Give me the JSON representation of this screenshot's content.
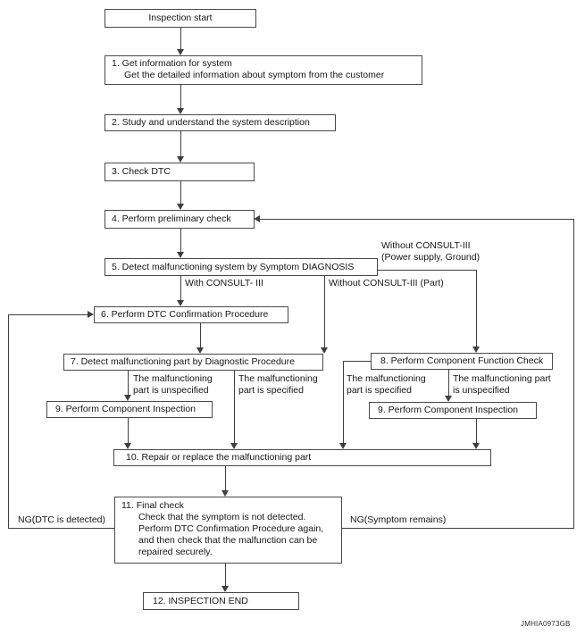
{
  "diagram": {
    "type": "flowchart",
    "nodes": {
      "start": {
        "label": "Inspection start"
      },
      "step1": {
        "line1": "1. Get information for system",
        "line2": "Get the detailed information about symptom from the customer"
      },
      "step2": {
        "label": "2. Study and understand the system description"
      },
      "step3": {
        "label": "3. Check DTC"
      },
      "step4": {
        "label": "4. Perform preliminary check"
      },
      "step5": {
        "label": "5. Detect malfunctioning system by Symptom DIAGNOSIS"
      },
      "step6": {
        "label": "6. Perform DTC Confirmation Procedure"
      },
      "step7": {
        "label": "7. Detect malfunctioning part by Diagnostic Procedure"
      },
      "step8": {
        "label": "8. Perform Component Function Check"
      },
      "step9_left": {
        "label": "9. Perform Component Inspection"
      },
      "step9_right": {
        "label": "9. Perform Component Inspection"
      },
      "step10": {
        "label": "10. Repair or replace the malfunctioning part"
      },
      "step11": {
        "line1": "11. Final check",
        "line2": "Check that the symptom is not detected.",
        "line3": "Perform DTC Confirmation Procedure again,",
        "line4": "and then check that the malfunction can be",
        "line5": "repaired securely."
      },
      "step12": {
        "label": "12. INSPECTION END"
      }
    },
    "edge_labels": {
      "with_consult": "With CONSULT- III",
      "without_consult_part": "Without CONSULT-III (Part)",
      "without_consult_pg_line1": "Without CONSULT-III",
      "without_consult_pg_line2": "(Power supply, Ground)",
      "unspecified_after7_line1": "The malfunctioning",
      "unspecified_after7_line2": "part is unspecified",
      "specified_after7_line1": "The malfunctioning",
      "specified_after7_line2": "part is specified",
      "specified_after8_line1": "The malfunctioning",
      "specified_after8_line2": "part is specified",
      "unspecified_after8_line1": "The malfunctioning part",
      "unspecified_after8_line2": "is unspecified",
      "ng_dtc": "NG(DTC is detected)",
      "ng_symptom": "NG(Symptom remains)"
    },
    "edges": [
      {
        "from": "start",
        "to": "step1"
      },
      {
        "from": "step1",
        "to": "step2"
      },
      {
        "from": "step2",
        "to": "step3"
      },
      {
        "from": "step3",
        "to": "step4"
      },
      {
        "from": "step4",
        "to": "step5"
      },
      {
        "from": "step5",
        "to": "step6",
        "label": "With CONSULT- III"
      },
      {
        "from": "step5",
        "to": "step7",
        "label": "Without CONSULT-III (Part)"
      },
      {
        "from": "step5",
        "to": "step8",
        "label": "Without CONSULT-III (Power supply, Ground)"
      },
      {
        "from": "step6",
        "to": "step7"
      },
      {
        "from": "step7",
        "to": "step9_left",
        "label": "The malfunctioning part is unspecified"
      },
      {
        "from": "step7",
        "to": "step10",
        "label": "The malfunctioning part is specified"
      },
      {
        "from": "step8",
        "to": "step10",
        "label": "The malfunctioning part is specified"
      },
      {
        "from": "step8",
        "to": "step9_right",
        "label": "The malfunctioning part is unspecified"
      },
      {
        "from": "step9_left",
        "to": "step10"
      },
      {
        "from": "step9_right",
        "to": "step10"
      },
      {
        "from": "step10",
        "to": "step11"
      },
      {
        "from": "step11",
        "to": "step6",
        "label": "NG(DTC is detected)"
      },
      {
        "from": "step11",
        "to": "step4",
        "label": "NG(Symptom remains)"
      },
      {
        "from": "step11",
        "to": "step12"
      }
    ],
    "watermark": "JMHIA0973GB",
    "colors": {
      "line": "#3f3f3f",
      "border": "#4a4a4a",
      "text": "#161616",
      "background": "#ffffff"
    }
  }
}
